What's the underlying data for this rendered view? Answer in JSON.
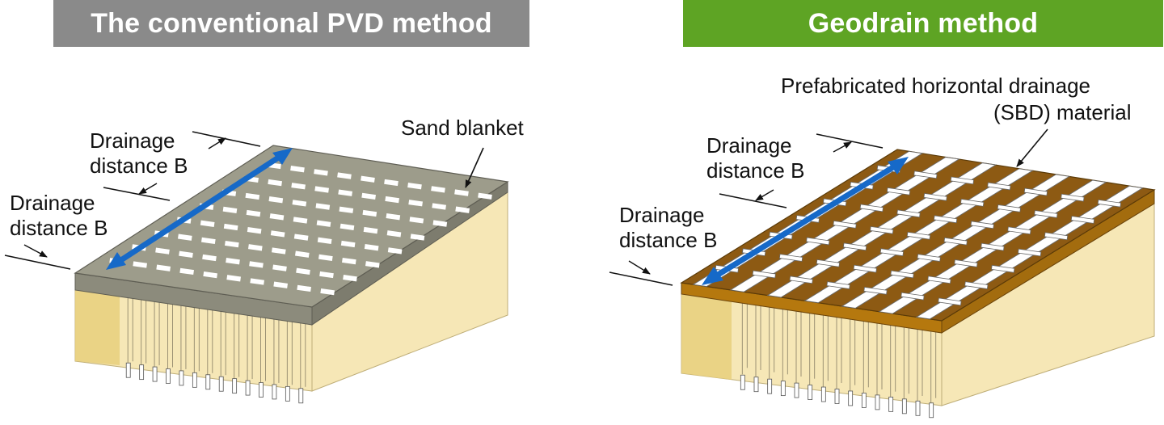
{
  "left_panel": {
    "title": "The conventional PVD method",
    "labels": {
      "sand_blanket": "Sand blanket",
      "drainage_top_line1": "Drainage",
      "drainage_top_line2": "distance B",
      "drainage_side_line1": "Drainage",
      "drainage_side_line2": "distance B"
    }
  },
  "right_panel": {
    "title": "Geodrain method",
    "labels": {
      "material_line1": "Prefabricated horizontal drainage",
      "material_line2": "(SBD) material",
      "drainage_top_line1": "Drainage",
      "drainage_top_line2": "distance B",
      "drainage_side_line1": "Drainage",
      "drainage_side_line2": "distance B"
    }
  },
  "colors": {
    "left_banner": "#8a8a8a",
    "right_banner": "#5ea424",
    "soil_front": "#f6e7b6",
    "soil_dark": "#e8cf7c",
    "sand_top": "#9d9c8b",
    "sand_front": "#8c8b7c",
    "clay_top": "#8d5a13",
    "clay_front": "#b5780e",
    "arrow_blue": "#1669c8",
    "strip_white": "#ffffff"
  }
}
